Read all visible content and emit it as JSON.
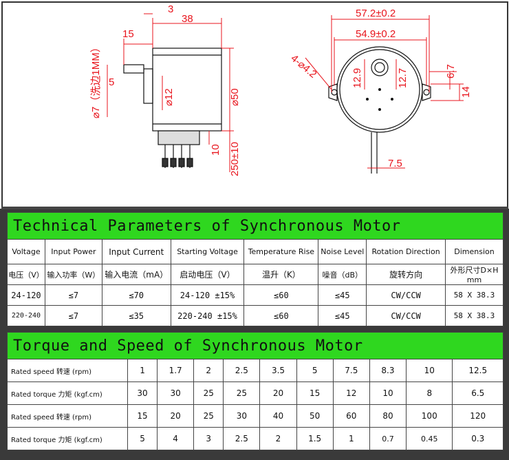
{
  "drawing": {
    "left_dims": [
      "3",
      "38",
      "15",
      "5",
      "⌀7（洗边1MM）",
      "⌀12",
      "⌀50",
      "10",
      "250±10"
    ],
    "right_dims": [
      "57.2±0.2",
      "54.9±0.2",
      "4-⌀4.2",
      "12.9",
      "12.7",
      "6.7",
      "14",
      "7.5"
    ]
  },
  "tech": {
    "title": "Technical Parameters of Synchronous Motor",
    "headers_en": [
      "Voltage",
      "Input Power",
      "Input Current",
      "Starting Voltage",
      "Temperature Rise",
      "Noise Level",
      "Rotation Direction",
      "Dimension"
    ],
    "headers_cn": [
      "电压（V）",
      "输入功率（W）",
      "输入电流（mA）",
      "启动电压（V）",
      "温升（K）",
      "噪音（dB）",
      "旋转方向",
      "外形尺寸D×H mm"
    ],
    "rows": [
      [
        "24-120",
        "≤7",
        "≤70",
        "24-120 ±15%",
        "≤60",
        "≤45",
        "CW/CCW",
        "58 X 38.3"
      ],
      [
        "220-240",
        "≤7",
        "≤35",
        "220-240 ±15%",
        "≤60",
        "≤45",
        "CW/CCW",
        "58 X 38.3"
      ]
    ]
  },
  "torque": {
    "title": "Torque and Speed of Synchronous Motor",
    "rows": [
      {
        "label": "Rated speed 转速 (rpm)",
        "values": [
          "1",
          "1.7",
          "2",
          "2.5",
          "3.5",
          "5",
          "7.5",
          "8.3",
          "10",
          "12.5"
        ]
      },
      {
        "label": "Rated torque 力矩 (kgf.cm)",
        "values": [
          "30",
          "30",
          "25",
          "25",
          "20",
          "15",
          "12",
          "10",
          "8",
          "6.5"
        ]
      },
      {
        "label": "Rated speed 转速 (rpm)",
        "values": [
          "15",
          "20",
          "25",
          "30",
          "40",
          "50",
          "60",
          "80",
          "100",
          "120"
        ]
      },
      {
        "label": "Rated torque 力矩 (kgf.cm)",
        "values": [
          "5",
          "4",
          "3",
          "2.5",
          "2",
          "1.5",
          "1",
          "0.7",
          "0.45",
          "0.3"
        ]
      }
    ]
  },
  "colors": {
    "banner": "#2fd71f",
    "dimension": "#e8141c"
  }
}
